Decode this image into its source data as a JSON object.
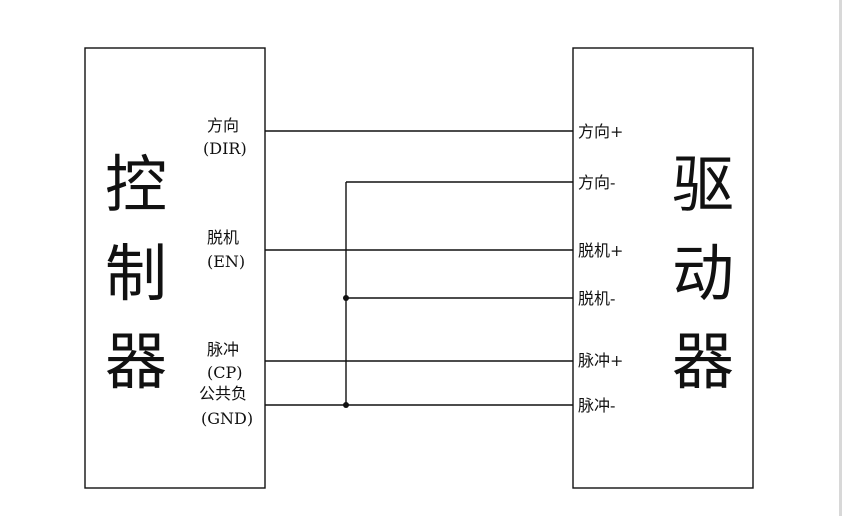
{
  "controller": {
    "title_chars": [
      "控",
      "制",
      "器"
    ],
    "pins": [
      {
        "name": "方向",
        "sub": "(DIR)"
      },
      {
        "name": "脱机",
        "sub": "(EN)"
      },
      {
        "name": "脉冲",
        "sub": "(CP)"
      },
      {
        "name": "公共负",
        "sub": "(GND)"
      }
    ]
  },
  "driver": {
    "title_chars": [
      "驱",
      "动",
      "器"
    ],
    "pins": [
      "方向+",
      "方向-",
      "脱机+",
      "脱机-",
      "脉冲+",
      "脉冲-"
    ]
  },
  "colors": {
    "line": "#111111",
    "background": "#ffffff"
  }
}
